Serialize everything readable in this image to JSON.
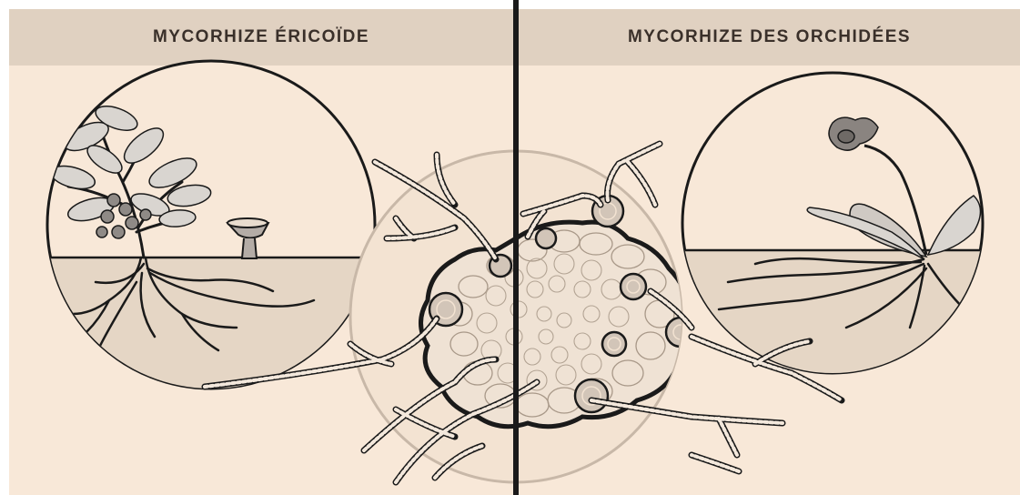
{
  "panels": {
    "left": {
      "title": "MYCORHIZE ÉRICOÏDE"
    },
    "right": {
      "title": "MYCORHIZE DES ORCHIDÉES"
    }
  },
  "colors": {
    "background": "#f8e8d8",
    "header": "#e0d1c1",
    "soil": "#e5d6c5",
    "ink": "#1a1a1a",
    "leaf": "#d9d5d0",
    "flower": "#8a8480",
    "rootRing": "#c8b8a8"
  },
  "icons": {
    "ericaceous_plant": "ericaceous-plant-illustration",
    "cup_fungus": "cup-fungus-illustration",
    "orchid_plant": "orchid-plant-illustration",
    "root_cross_section": "root-cross-section-illustration",
    "fungal_hyphae": "hyphae-illustration"
  }
}
